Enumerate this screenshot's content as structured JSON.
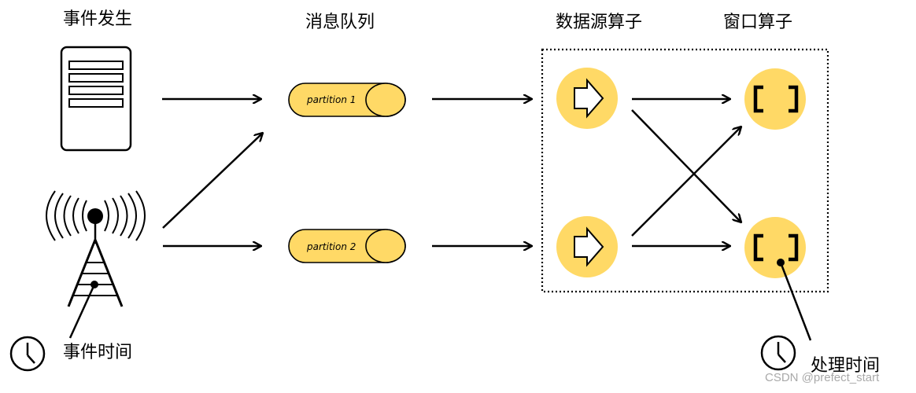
{
  "headers": {
    "event_occur": "事件发生",
    "message_queue": "消息队列",
    "source_operator": "数据源算子",
    "window_operator": "窗口算子"
  },
  "partitions": [
    "partition 1",
    "partition 2"
  ],
  "time_labels": {
    "event_time": "事件时间",
    "processing_time": "处理时间"
  },
  "watermark": "CSDN @prefect_start",
  "colors": {
    "node_fill": "#ffd966",
    "stroke": "#000000",
    "background": "#ffffff"
  }
}
